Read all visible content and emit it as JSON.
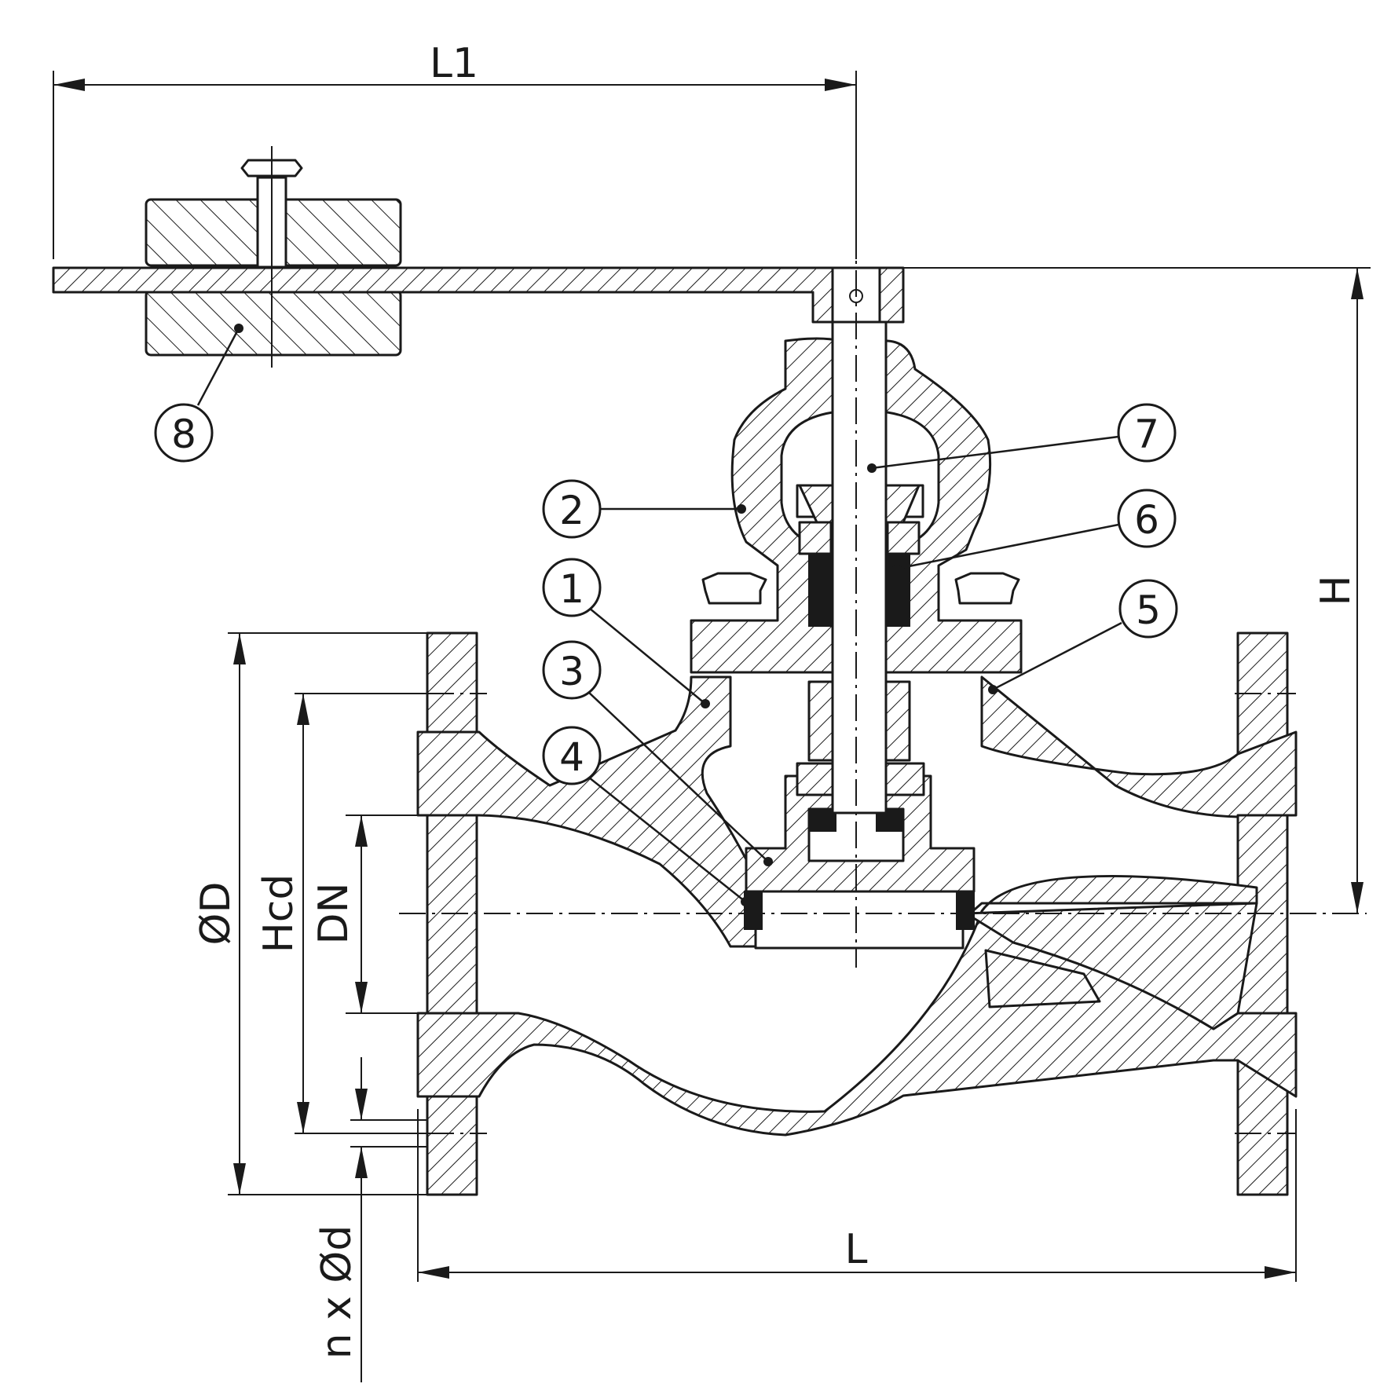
{
  "dimensions": {
    "l1": "L1",
    "l": "L",
    "h": "H",
    "od": "ØD",
    "hcd": "Hcd",
    "dn": "DN",
    "bolt_holes": "n x Ød"
  },
  "callouts": {
    "1": "1",
    "2": "2",
    "3": "3",
    "4": "4",
    "5": "5",
    "6": "6",
    "7": "7",
    "8": "8"
  }
}
